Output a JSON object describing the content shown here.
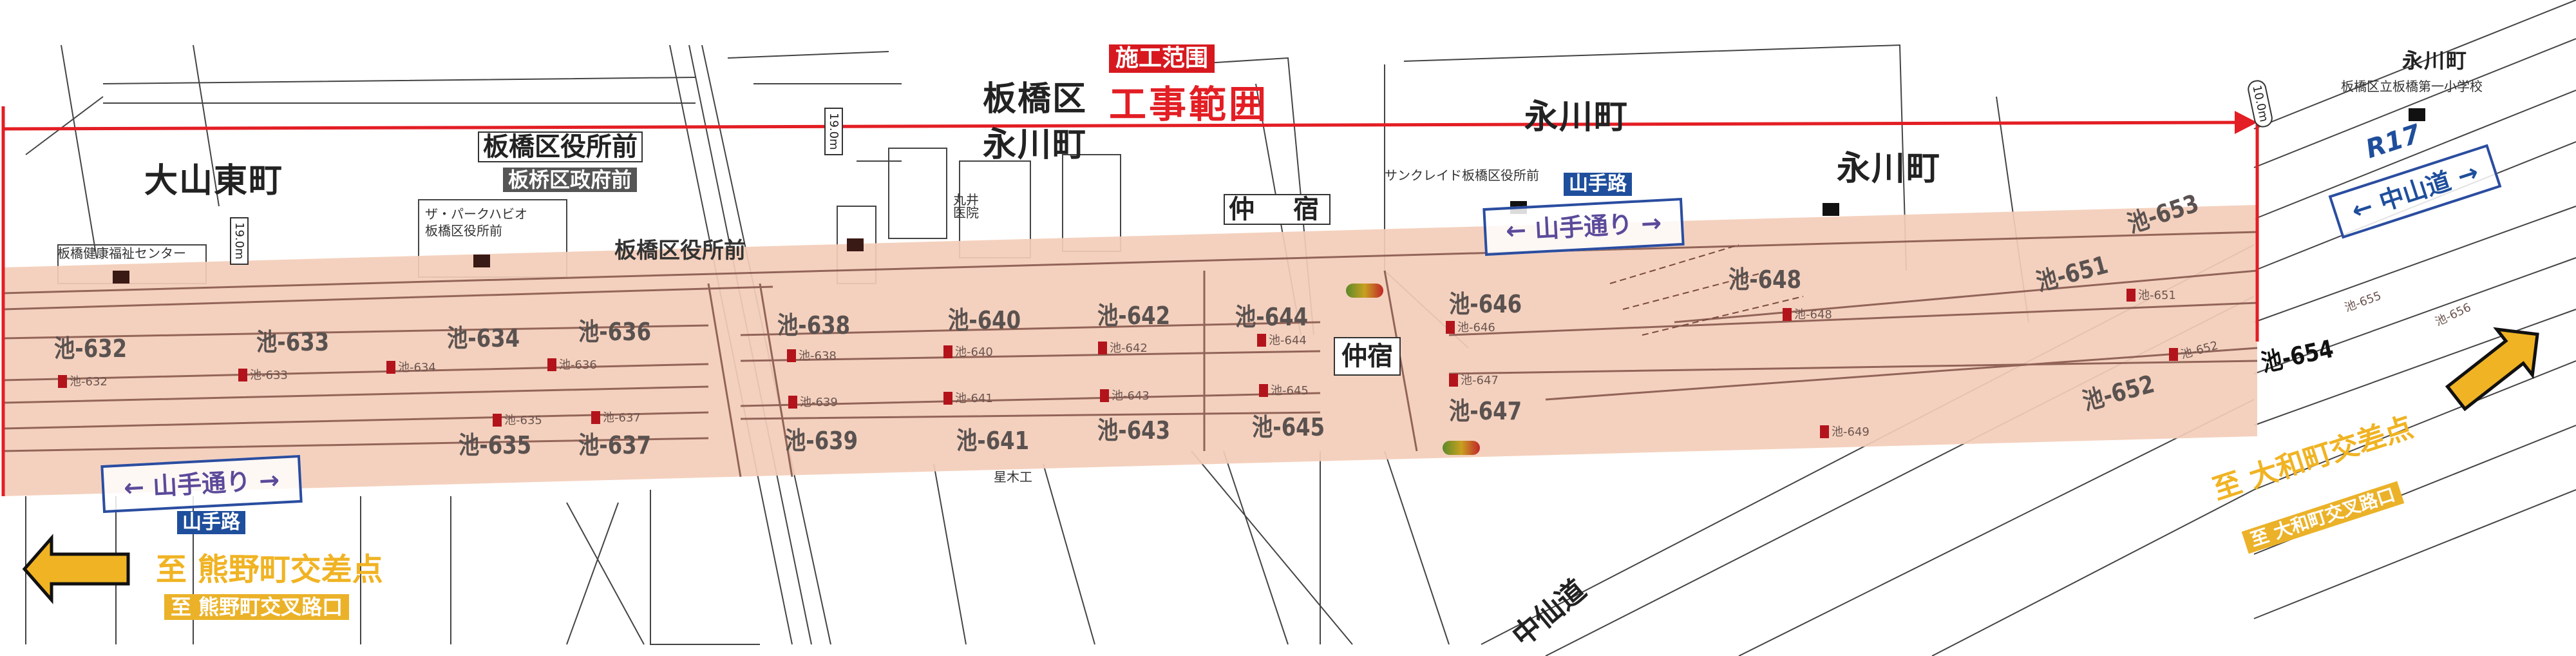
{
  "construction_range": {
    "label_cn": "施工范围",
    "label_jp": "工事範囲",
    "color": "#e31e24",
    "fill": "#f3cdb8"
  },
  "towns": {
    "oyama_higashi": "大山東町",
    "itabashi_ku": "板橋区",
    "nakajuku_town_1": "永川町",
    "nakajuku_town_2": "永川町",
    "nakajuku_town_3": "永川町",
    "nakajuku_town_4": "永川町"
  },
  "stations": {
    "kuyakushomae_jp": "板橋区役所前",
    "kuyakushomae_cn": "板桥区政府前",
    "kuyakushomae_small": "板橋区役所前",
    "nakajuku_top": "仲　宿",
    "nakajuku_mid": "仲宿"
  },
  "landmarks": {
    "health_center": "板橋健康福祉センター",
    "park_habio_1": "ザ・パークハビオ",
    "park_habio_2": "板橋区役所前",
    "sunclay": "サンクレイド板橋区役所前",
    "school": "板橋区立板橋第一小学校",
    "marui_clinic": "丸井医院",
    "hoshi_mokko": "星木工"
  },
  "roads": {
    "yamate_jp": "←  山手通り  →",
    "yamate_cn": "山手路",
    "nakasendo_sign": "←  中山道  →",
    "r17": "R17",
    "nakasendo_map": "中仙道"
  },
  "widths": [
    "19.0m",
    "19.0m",
    "10.0m"
  ],
  "directions": {
    "west_jp": "至 熊野町交差点",
    "west_cn": "至 熊野町交叉路口",
    "east_jp": "至 大和町交差点",
    "east_cn": "至 大和町交叉路口",
    "arrow_color": "#f0b323"
  },
  "poles": [
    "池-632",
    "池-633",
    "池-634",
    "池-636",
    "池-638",
    "池-640",
    "池-642",
    "池-644",
    "池-646",
    "池-648",
    "池-651",
    "池-653",
    "池-635",
    "池-637",
    "池-639",
    "池-641",
    "池-643",
    "池-645",
    "池-647",
    "池-652",
    "池-654"
  ],
  "pole_markers": [
    "池-632",
    "池-633",
    "池-634",
    "池-636",
    "池-638",
    "池-640",
    "池-642",
    "池-644",
    "池-646",
    "池-648",
    "池-651",
    "池-635",
    "池-637",
    "池-639",
    "池-641",
    "池-643",
    "池-645",
    "池-647",
    "池-649",
    "池-652",
    "池-655",
    "池-656"
  ]
}
